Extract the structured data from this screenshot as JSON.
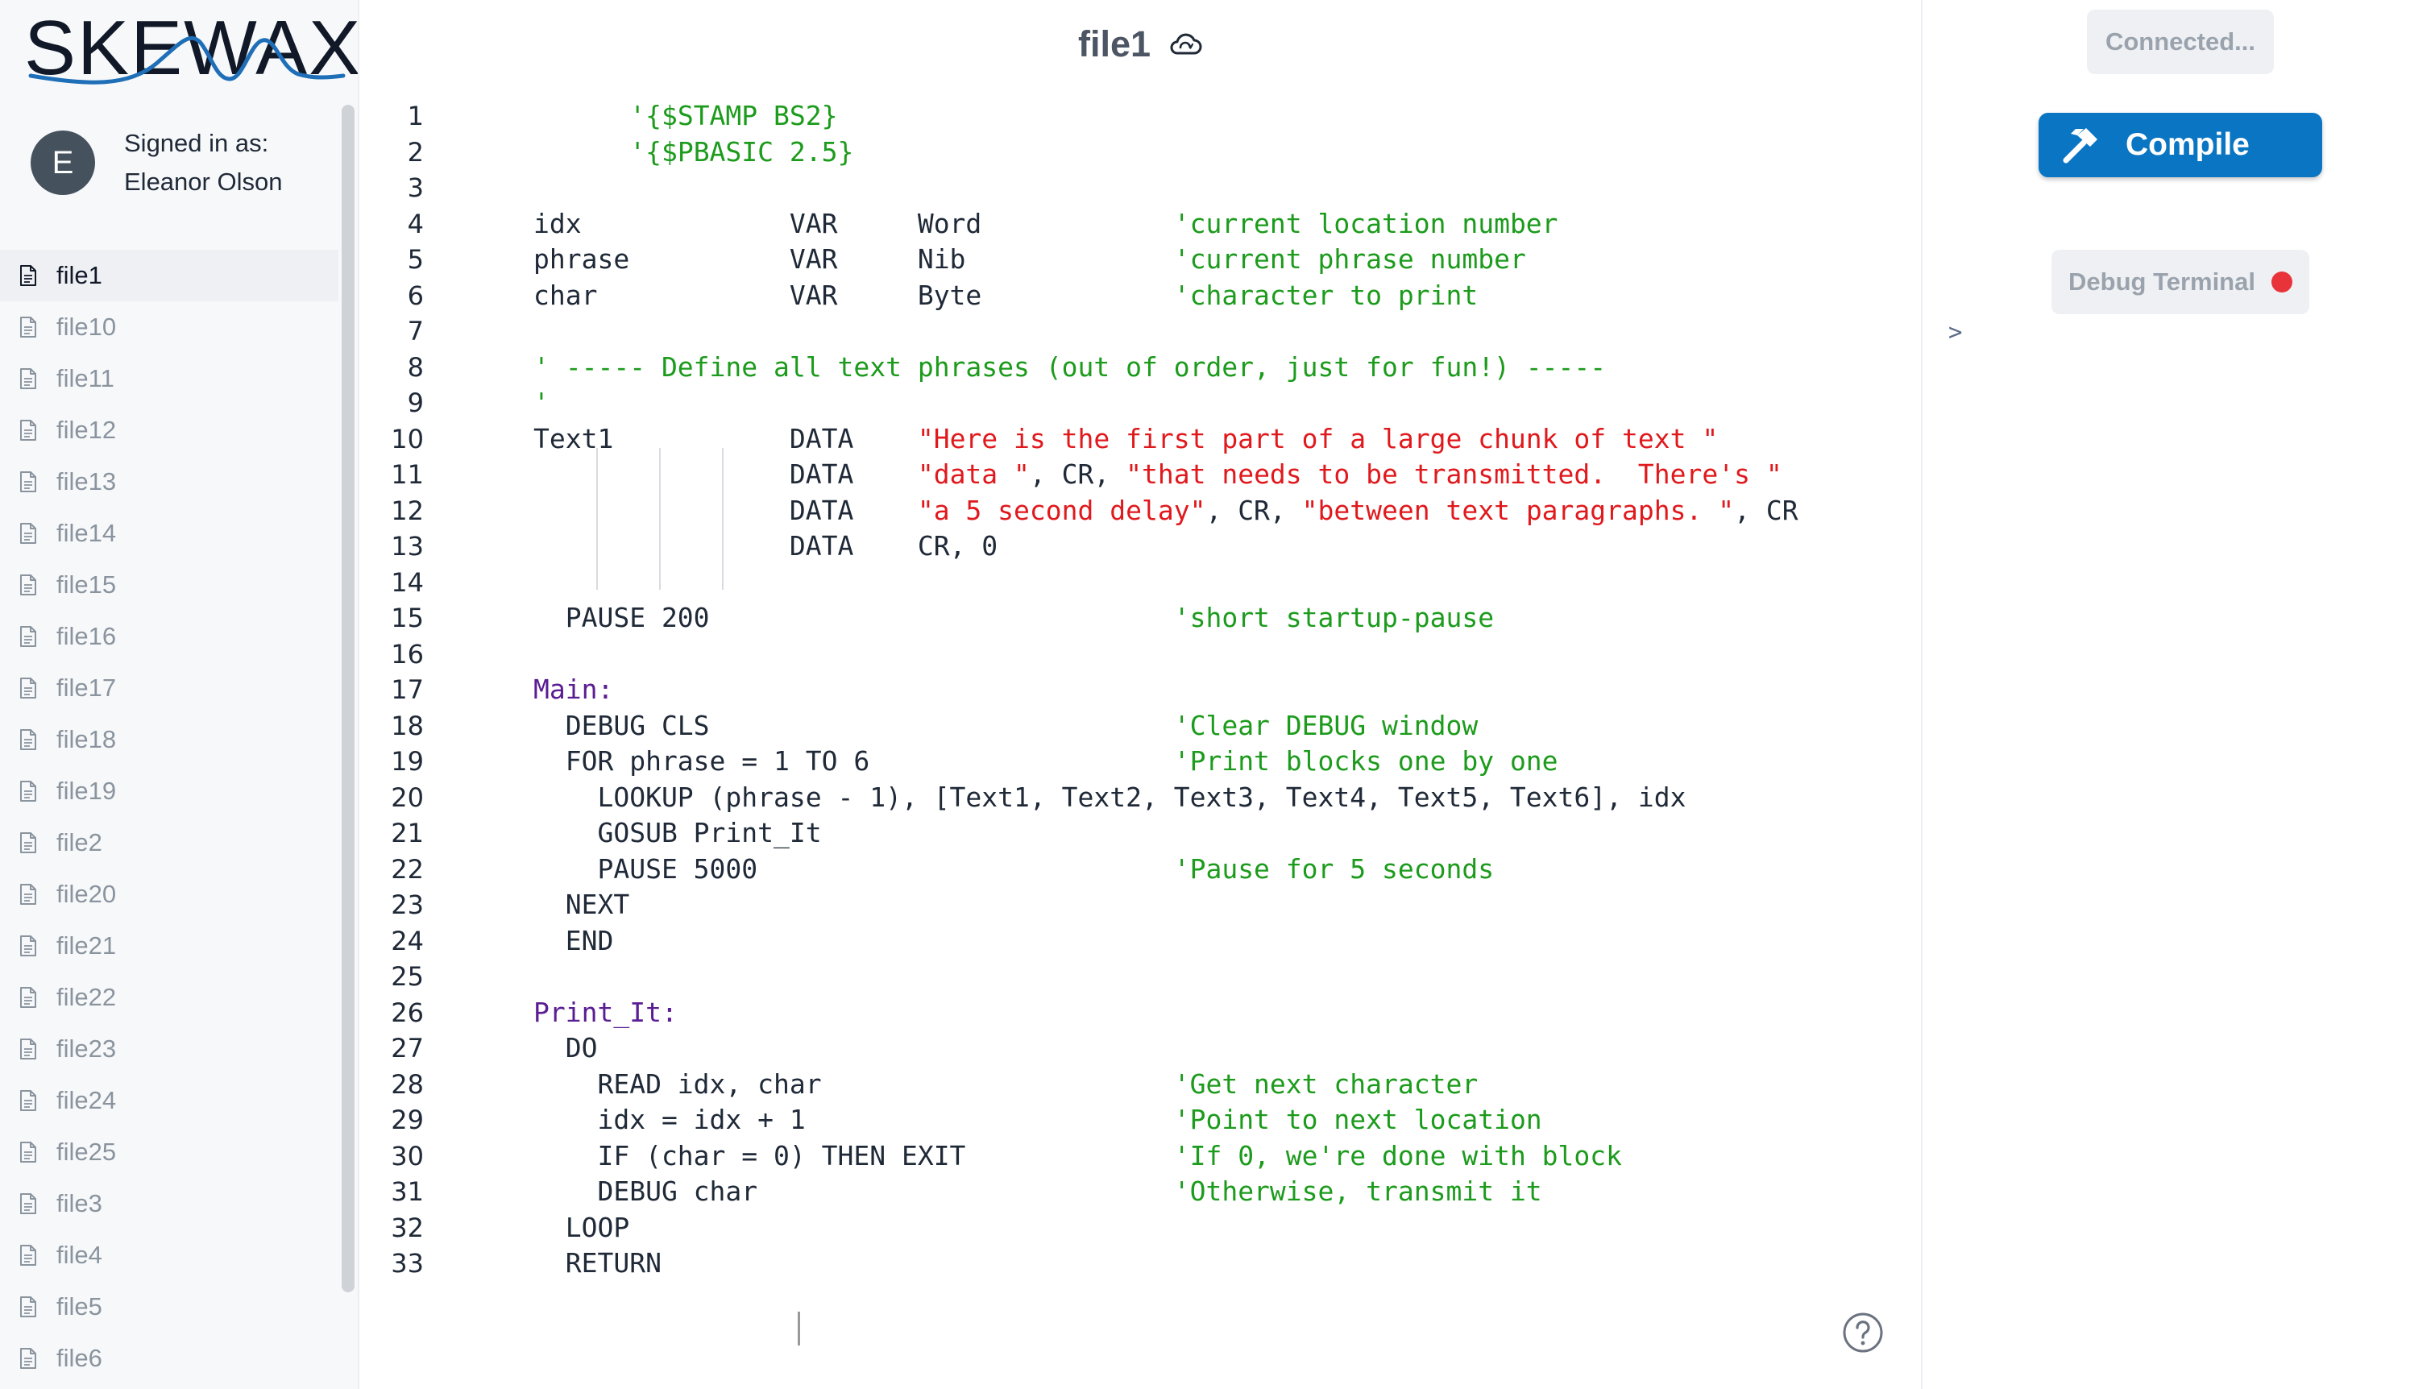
{
  "app": {
    "logo_text": "SKEWAX",
    "brand_accent": "#0a76c3"
  },
  "user": {
    "initial": "E",
    "signed_in_label": "Signed in as:",
    "name": "Eleanor Olson"
  },
  "files": [
    "file1",
    "file10",
    "file11",
    "file12",
    "file13",
    "file14",
    "file15",
    "file16",
    "file17",
    "file18",
    "file19",
    "file2",
    "file20",
    "file21",
    "file22",
    "file23",
    "file24",
    "file25",
    "file3",
    "file4",
    "file5",
    "file6"
  ],
  "active_file": "file1",
  "editor": {
    "title": "file1",
    "title_icon": "cloud-sync-icon",
    "lines": [
      {
        "n": "1",
        "parts": [
          [
            "      ",
            ""
          ],
          [
            "'{$STAMP BS2}",
            "comment"
          ]
        ]
      },
      {
        "n": "2",
        "parts": [
          [
            "      ",
            ""
          ],
          [
            "'{$PBASIC 2.5}",
            "comment"
          ]
        ]
      },
      {
        "n": "3",
        "parts": []
      },
      {
        "n": "4",
        "parts": [
          [
            "idx             VAR     Word            ",
            ""
          ],
          [
            "'current location number",
            "comment"
          ]
        ]
      },
      {
        "n": "5",
        "parts": [
          [
            "phrase          VAR     Nib             ",
            ""
          ],
          [
            "'current phrase number",
            "comment"
          ]
        ]
      },
      {
        "n": "6",
        "parts": [
          [
            "char            VAR     Byte            ",
            ""
          ],
          [
            "'character to print",
            "comment"
          ]
        ]
      },
      {
        "n": "7",
        "parts": []
      },
      {
        "n": "8",
        "parts": [
          [
            "' ----- Define all text phrases (out of order, just for fun!) -----",
            "comment"
          ]
        ]
      },
      {
        "n": "9",
        "parts": [
          [
            "'",
            "comment"
          ]
        ]
      },
      {
        "n": "10",
        "parts": [
          [
            "Text1           DATA    ",
            ""
          ],
          [
            "\"Here is the first part of a large chunk of text \"",
            "string"
          ]
        ]
      },
      {
        "n": "11",
        "parts": [
          [
            "                DATA    ",
            ""
          ],
          [
            "\"data \"",
            "string"
          ],
          [
            ", CR, ",
            ""
          ],
          [
            "\"that needs to be transmitted.  There's \"",
            "string"
          ]
        ]
      },
      {
        "n": "12",
        "parts": [
          [
            "                DATA    ",
            ""
          ],
          [
            "\"a 5 second delay\"",
            "string"
          ],
          [
            ", CR, ",
            ""
          ],
          [
            "\"between text paragraphs. \"",
            "string"
          ],
          [
            ", CR",
            ""
          ]
        ]
      },
      {
        "n": "13",
        "parts": [
          [
            "                DATA    CR, 0",
            ""
          ]
        ]
      },
      {
        "n": "14",
        "parts": []
      },
      {
        "n": "15",
        "parts": [
          [
            "  PAUSE 200                             ",
            ""
          ],
          [
            "'short startup-pause",
            "comment"
          ]
        ]
      },
      {
        "n": "16",
        "parts": []
      },
      {
        "n": "17",
        "parts": [
          [
            "Main:",
            "label"
          ]
        ]
      },
      {
        "n": "18",
        "parts": [
          [
            "  DEBUG CLS                             ",
            ""
          ],
          [
            "'Clear DEBUG window",
            "comment"
          ]
        ]
      },
      {
        "n": "19",
        "parts": [
          [
            "  FOR phrase = 1 TO 6                   ",
            ""
          ],
          [
            "'Print blocks one by one",
            "comment"
          ]
        ]
      },
      {
        "n": "20",
        "parts": [
          [
            "    LOOKUP (phrase - 1), [Text1, Text2, Text3, Text4, Text5, Text6], idx",
            ""
          ]
        ]
      },
      {
        "n": "21",
        "parts": [
          [
            "    GOSUB Print_It",
            ""
          ]
        ]
      },
      {
        "n": "22",
        "parts": [
          [
            "    PAUSE 5000                          ",
            ""
          ],
          [
            "'Pause for 5 seconds",
            "comment"
          ]
        ]
      },
      {
        "n": "23",
        "parts": [
          [
            "  NEXT",
            ""
          ]
        ]
      },
      {
        "n": "24",
        "parts": [
          [
            "  END",
            ""
          ]
        ]
      },
      {
        "n": "25",
        "parts": []
      },
      {
        "n": "26",
        "parts": [
          [
            "Print_It:",
            "label"
          ]
        ]
      },
      {
        "n": "27",
        "parts": [
          [
            "  DO",
            ""
          ]
        ]
      },
      {
        "n": "28",
        "parts": [
          [
            "    READ idx, char                      ",
            ""
          ],
          [
            "'Get next character",
            "comment"
          ]
        ]
      },
      {
        "n": "29",
        "parts": [
          [
            "    idx = idx + 1                       ",
            ""
          ],
          [
            "'Point to next location",
            "comment"
          ]
        ]
      },
      {
        "n": "30",
        "parts": [
          [
            "    IF (char = 0) THEN EXIT             ",
            ""
          ],
          [
            "'If 0, we're done with block",
            "comment"
          ]
        ]
      },
      {
        "n": "31",
        "parts": [
          [
            "    DEBUG char                          ",
            ""
          ],
          [
            "'Otherwise, transmit it",
            "comment"
          ]
        ]
      },
      {
        "n": "32",
        "parts": [
          [
            "  LOOP",
            ""
          ]
        ]
      },
      {
        "n": "33",
        "parts": [
          [
            "  RETURN",
            ""
          ]
        ]
      }
    ]
  },
  "right_panel": {
    "status_label": "Connected...",
    "compile_label": "Compile",
    "debug_terminal_label": "Debug Terminal",
    "debug_status_color": "#e8333a",
    "terminal_prompt": ">"
  },
  "colors": {
    "comment": "#1c9b1c",
    "string": "#e0191d",
    "label": "#5a1d92"
  }
}
